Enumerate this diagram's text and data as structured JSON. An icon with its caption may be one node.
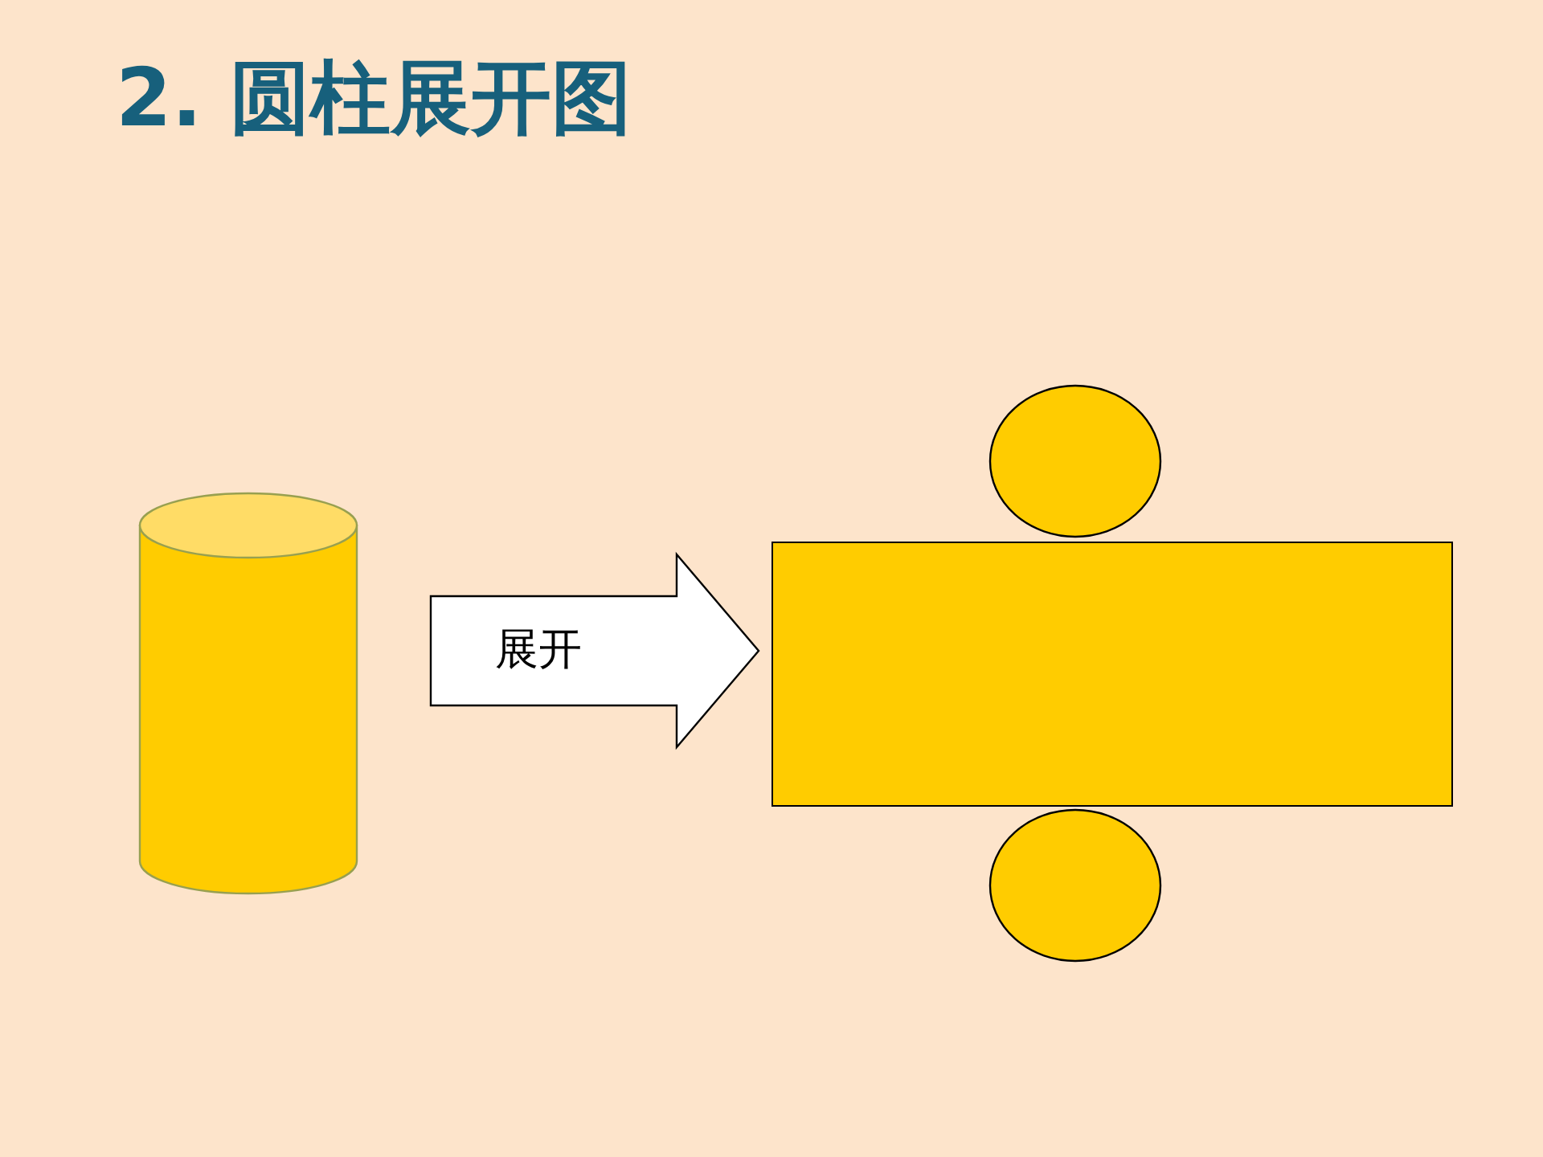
{
  "diagram": {
    "title": "2. 圆柱展开图",
    "nodes": [
      {
        "text": [],
        "shape": "cylinder"
      },
      {
        "text": [],
        "shape": "circle"
      },
      {
        "text": [],
        "shape": "box"
      },
      {
        "text": [],
        "shape": "circle"
      }
    ],
    "edges": [
      {
        "from": 0,
        "to": 2,
        "arrow": "to",
        "label": "展开"
      }
    ]
  }
}
